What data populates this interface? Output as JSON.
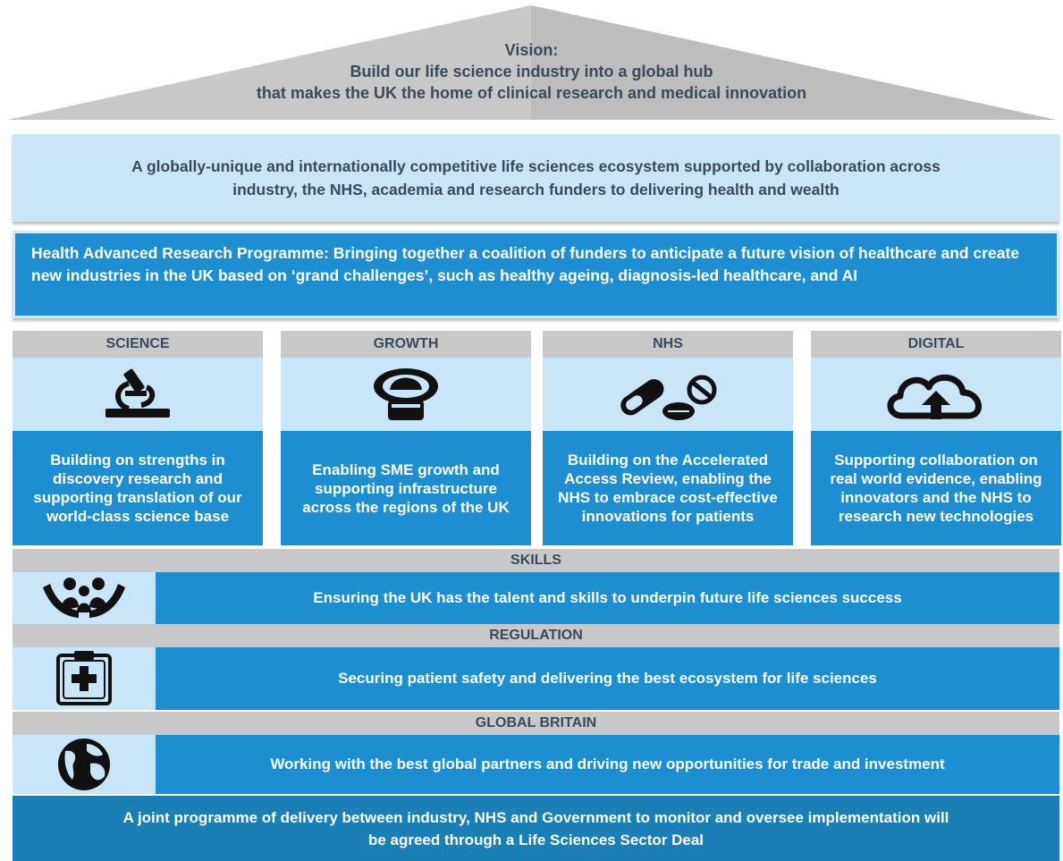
{
  "roof": {
    "line1": "Vision:",
    "line2": "Build our life science industry into a global hub",
    "line3": "that makes the UK the home of clinical research and medical innovation"
  },
  "ecosystem": {
    "line1": "A globally-unique and internationally competitive life sciences ecosystem supported by collaboration across",
    "line2": "industry, the NHS,  academia and research funders to delivering health and wealth"
  },
  "harp": {
    "text": "Health Advanced Research Programme:  Bringing together a coalition of funders to anticipate a future vision of healthcare and create new industries in the UK based on ‘grand challenges’, such as healthy ageing, diagnosis-led healthcare, and  AI"
  },
  "pillars": [
    {
      "title": "SCIENCE",
      "icon": "microscope-icon",
      "text": "Building on strengths in discovery research and supporting translation of our world-class science base"
    },
    {
      "title": "GROWTH",
      "icon": "chef-hat-icon",
      "text": "Enabling SME growth and supporting infrastructure across the regions of the UK"
    },
    {
      "title": "NHS",
      "icon": "pills-icon",
      "text": "Building on the Accelerated Access Review, enabling the NHS to embrace cost-effective innovations for patients"
    },
    {
      "title": "DIGITAL",
      "icon": "cloud-upload-icon",
      "text": "Supporting collaboration on real world evidence, enabling innovators and the NHS to research new technologies"
    }
  ],
  "bands": {
    "skills": {
      "title": "SKILLS",
      "icon": "family-hands-icon",
      "text": "Ensuring the UK has the talent and skills to underpin future life sciences success"
    },
    "regulation": {
      "title": "REGULATION",
      "icon": "medical-clipboard-icon",
      "text": "Securing patient safety and delivering the best ecosystem for life sciences"
    },
    "global": {
      "title": "GLOBAL BRITAIN",
      "icon": "globe-icon",
      "text": "Working with the best global partners and driving new opportunities for trade and investment"
    }
  },
  "footer": {
    "line1": "A joint programme of delivery between industry, NHS and Government to monitor and oversee implementation will",
    "line2": "be agreed through a Life Sciences Sector Deal"
  }
}
